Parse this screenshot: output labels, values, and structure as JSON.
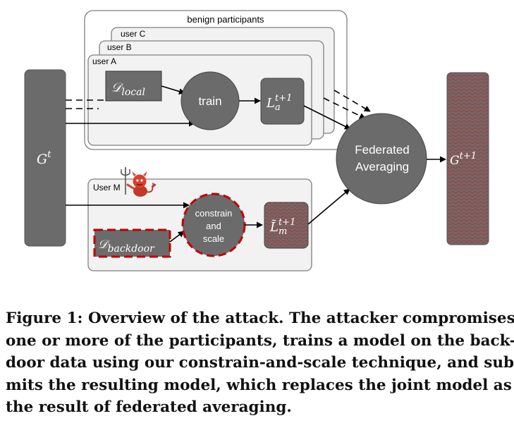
{
  "diagram": {
    "global_model_label": "G",
    "global_model_sup": "t",
    "new_model_label": "G",
    "new_model_sup": "t+1",
    "benign_group_label": "benign participants",
    "user_c": "user C",
    "user_b": "user B",
    "user_a": "user A",
    "local_data_label": "𝒟",
    "local_data_sub": "local",
    "train_label": "train",
    "local_model_label": "L",
    "local_model_sub": "a",
    "local_model_sup": "t+1",
    "federated_line1": "Federated",
    "federated_line2": "Averaging",
    "malicious_user": "User M",
    "constrain_line1": "constrain",
    "constrain_line2": "and",
    "constrain_line3": "scale",
    "backdoor_data_label": "𝒟",
    "backdoor_data_sub": "backdoor",
    "malicious_model_label": "L̃",
    "malicious_model_sub": "m",
    "malicious_model_sup": "t+1"
  },
  "caption": {
    "lines": [
      "Figure 1: Overview of the attack. The attacker compromises",
      "one or more of the participants, trains a model on the back-",
      "door data using our constrain-and-scale technique, and sub-",
      "mits the resulting model, which replaces the joint model as",
      "the result of federated averaging."
    ]
  },
  "colors": {
    "node_fill": "#6b6b6b",
    "panel_fill": "#f2f2f2",
    "panel_stroke": "#7f7f7f",
    "malicious_stroke": "#c00000",
    "hatch_red": "#b03a3a"
  }
}
